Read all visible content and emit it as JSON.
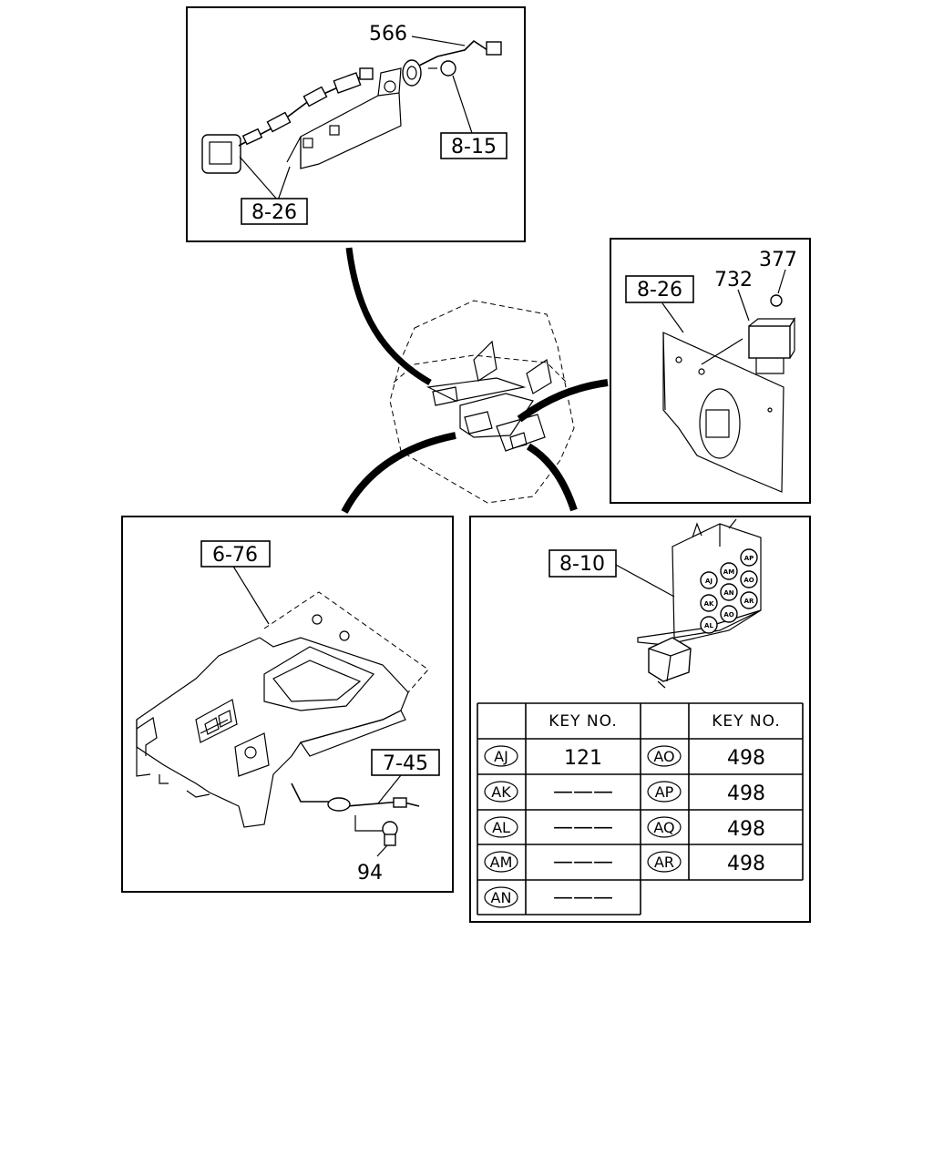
{
  "callouts": {
    "p566": "566",
    "ref_8_15": "8-15",
    "ref_8_26_top": "8-26",
    "p377": "377",
    "p732": "732",
    "ref_8_26_right": "8-26",
    "ref_6_76": "6-76",
    "ref_7_45": "7-45",
    "p94": "94",
    "ref_8_10": "8-10"
  },
  "relay_block_labels": [
    "AJ",
    "AM",
    "AP",
    "AK",
    "AN",
    "AO",
    "AL",
    "AO",
    "AR"
  ],
  "key_table": {
    "header": "KEY NO.",
    "left_rows": [
      {
        "code": "AJ",
        "value": "121"
      },
      {
        "code": "AK",
        "value": "———"
      },
      {
        "code": "AL",
        "value": "———"
      },
      {
        "code": "AM",
        "value": "———"
      },
      {
        "code": "AN",
        "value": "———"
      }
    ],
    "right_rows": [
      {
        "code": "AO",
        "value": "498"
      },
      {
        "code": "AP",
        "value": "498"
      },
      {
        "code": "AQ",
        "value": "498"
      },
      {
        "code": "AR",
        "value": "498"
      }
    ]
  }
}
